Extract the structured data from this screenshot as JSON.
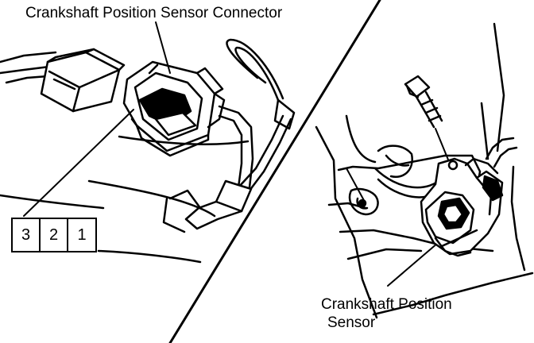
{
  "labels": {
    "connector": "Crankshaft Position Sensor Connector",
    "sensor_line1": "Crankshaft Position",
    "sensor_line2": "Sensor"
  },
  "pin_diagram": {
    "pins": [
      "3",
      "2",
      "1"
    ]
  },
  "colors": {
    "ink": "#000000",
    "paper": "#ffffff"
  }
}
